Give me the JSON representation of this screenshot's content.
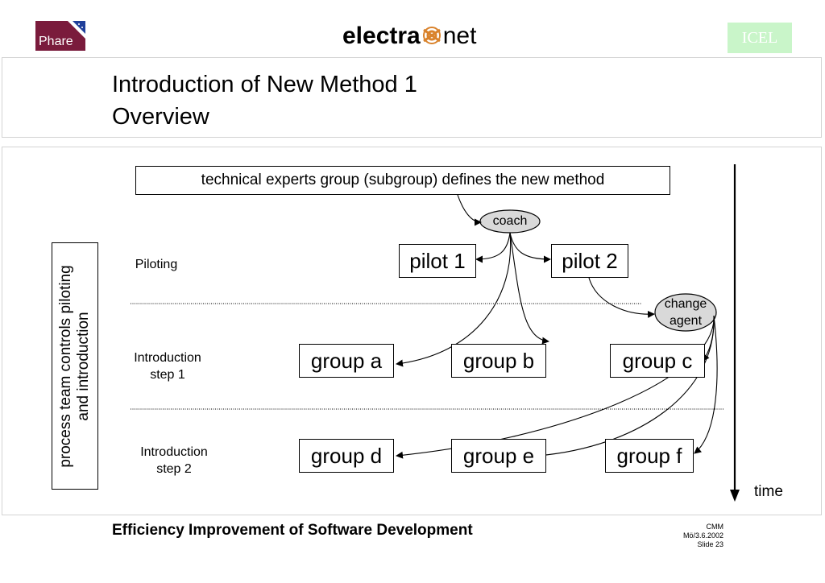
{
  "header": {
    "phare_logo": "Phare",
    "center_logo_left": "electra",
    "center_logo_right": "net",
    "icel_logo": "ICEL"
  },
  "title": {
    "line1": "Introduction of New Method 1",
    "line2": "Overview"
  },
  "diagram": {
    "top_box": "technical experts group (subgroup) defines the new method",
    "coach": "coach",
    "change_agent_line1": "change",
    "change_agent_line2": "agent",
    "pilots": [
      "pilot 1",
      "pilot 2"
    ],
    "groups_step1": [
      "group a",
      "group b",
      "group c"
    ],
    "groups_step2": [
      "group d",
      "group e",
      "group f"
    ],
    "row_labels": {
      "piloting": "Piloting",
      "step1_line1": "Introduction",
      "step1_line2": "step 1",
      "step2_line1": "Introduction",
      "step2_line2": "step 2"
    },
    "side_label_line1": "process team controls piloting",
    "side_label_line2": "and introduction",
    "time_label": "time"
  },
  "footer": {
    "title": "Efficiency Improvement of Software Development",
    "meta_line1": "CMM",
    "meta_line2": "Mö/3.6.2002",
    "meta_line3": "Slide 23"
  },
  "colors": {
    "phare_bg": "#7a1b3c",
    "icel_bg": "#c9f5c9",
    "oval_fill": "#d9d9d9",
    "knot": "#d9822b"
  }
}
